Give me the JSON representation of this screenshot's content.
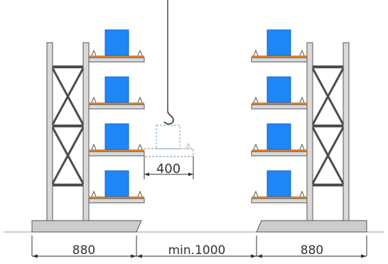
{
  "diagram": {
    "dimensions": {
      "left_rack_depth": "880",
      "aisle_width": "min.1000",
      "right_rack_depth": "880",
      "arm_extension": "400"
    },
    "colors": {
      "box": "#1f86f5",
      "box_edge": "#1666c4",
      "arm_top": "#e0882e",
      "frame": "#d9d9d9",
      "frame_stroke": "#555555",
      "brace": "#4d4d4d",
      "base": "#cccccc",
      "dashed_load": "#5ab0e6",
      "dim_line": "#333333"
    },
    "icons": {
      "crane": "crane-hook-icon"
    }
  }
}
